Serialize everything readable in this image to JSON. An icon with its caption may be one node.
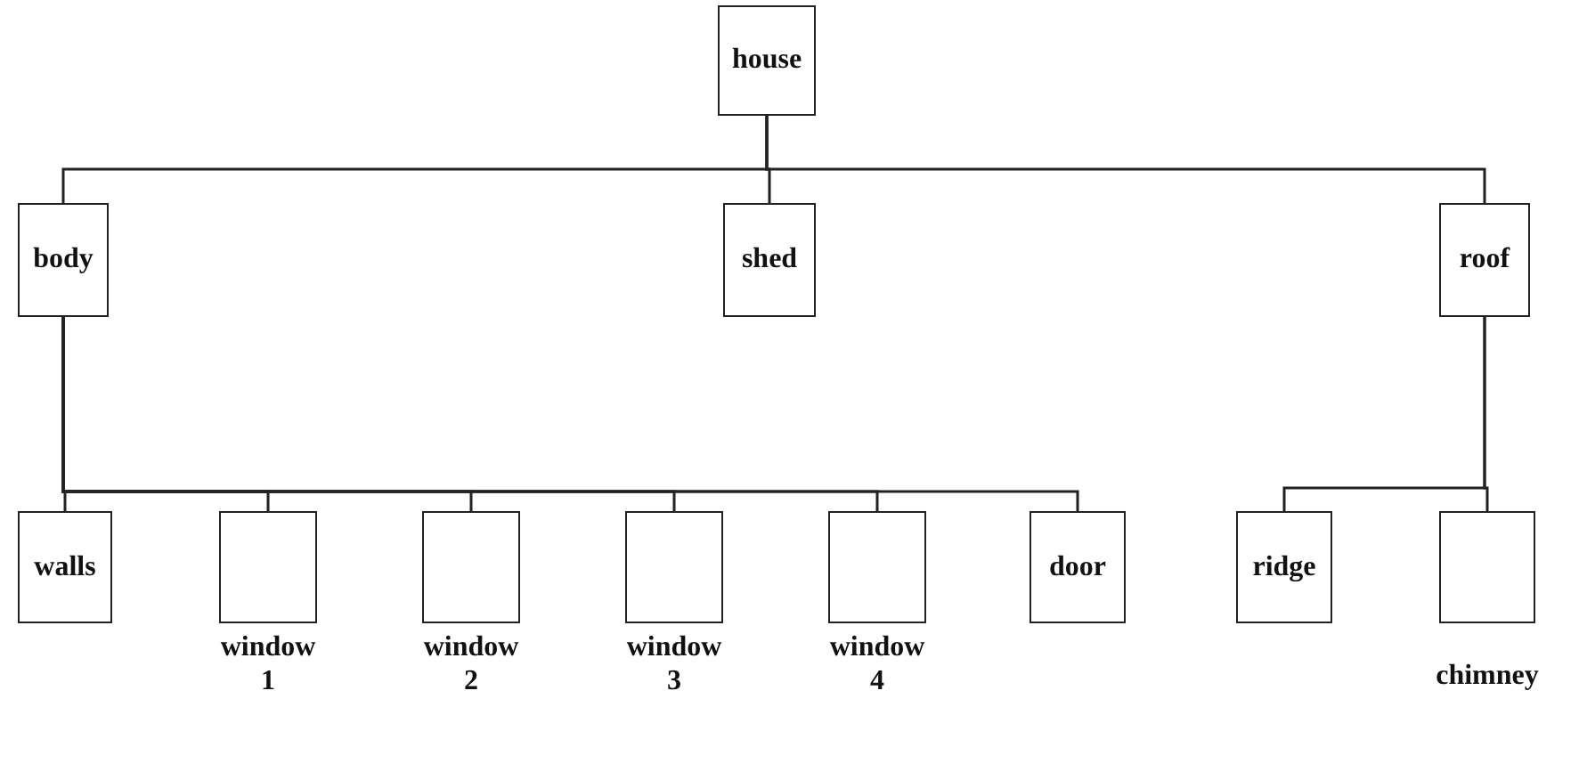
{
  "diagram": {
    "nodes": [
      {
        "text": [
          "house"
        ]
      },
      {
        "text": [
          "body"
        ]
      },
      {
        "text": [
          "shed"
        ]
      },
      {
        "text": [
          "roof"
        ]
      },
      {
        "text": [
          "walls"
        ]
      },
      {
        "text": [],
        "shape": "box",
        "beside": [
          "window 1"
        ]
      },
      {
        "text": [],
        "shape": "box",
        "beside": [
          "window 2"
        ]
      },
      {
        "text": [],
        "shape": "box",
        "beside": [
          "window 3"
        ]
      },
      {
        "text": [],
        "shape": "box",
        "beside": [
          "window 4"
        ]
      },
      {
        "text": [
          "door"
        ]
      },
      {
        "text": [
          "ridge"
        ]
      },
      {
        "text": [],
        "shape": "box",
        "beside": [
          "chimney"
        ]
      }
    ],
    "edges": [
      {
        "from": 0,
        "to": 1,
        "arrow": "none"
      },
      {
        "from": 0,
        "to": 2,
        "arrow": "none"
      },
      {
        "from": 0,
        "to": 3,
        "arrow": "none"
      },
      {
        "from": 1,
        "to": 4,
        "arrow": "none"
      },
      {
        "from": 1,
        "to": 5,
        "arrow": "none"
      },
      {
        "from": 1,
        "to": 6,
        "arrow": "none"
      },
      {
        "from": 1,
        "to": 7,
        "arrow": "none"
      },
      {
        "from": 1,
        "to": 8,
        "arrow": "none"
      },
      {
        "from": 1,
        "to": 9,
        "arrow": "none"
      },
      {
        "from": 3,
        "to": 10,
        "arrow": "none"
      },
      {
        "from": 3,
        "to": 11,
        "arrow": "none"
      }
    ]
  }
}
